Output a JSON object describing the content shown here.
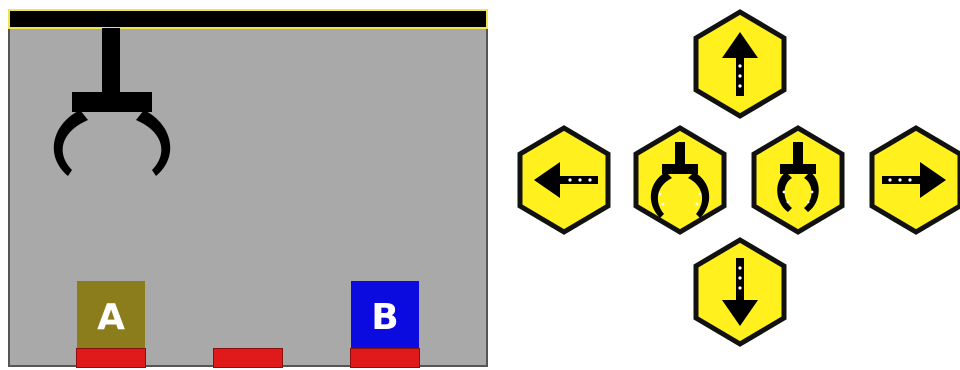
{
  "colors": {
    "field": "#a9a9a9",
    "rail": "#000000",
    "rail_border": "#f2e44c",
    "pad": "#e01a1a",
    "block_a": "#8c7d1c",
    "block_b": "#0b0be0",
    "button_fill": "#fff01e",
    "button_border": "#111111"
  },
  "blocks": [
    {
      "label": "A",
      "on_pad": 1
    },
    {
      "label": "B",
      "on_pad": 3
    }
  ],
  "pads": [
    1,
    2,
    3
  ],
  "controls": [
    {
      "name": "up-button",
      "icon": "arrow-up-icon"
    },
    {
      "name": "left-button",
      "icon": "arrow-left-icon"
    },
    {
      "name": "open-claw-button",
      "icon": "claw-open-icon"
    },
    {
      "name": "close-claw-button",
      "icon": "claw-closed-icon"
    },
    {
      "name": "right-button",
      "icon": "arrow-right-icon"
    },
    {
      "name": "down-button",
      "icon": "arrow-down-icon"
    }
  ]
}
